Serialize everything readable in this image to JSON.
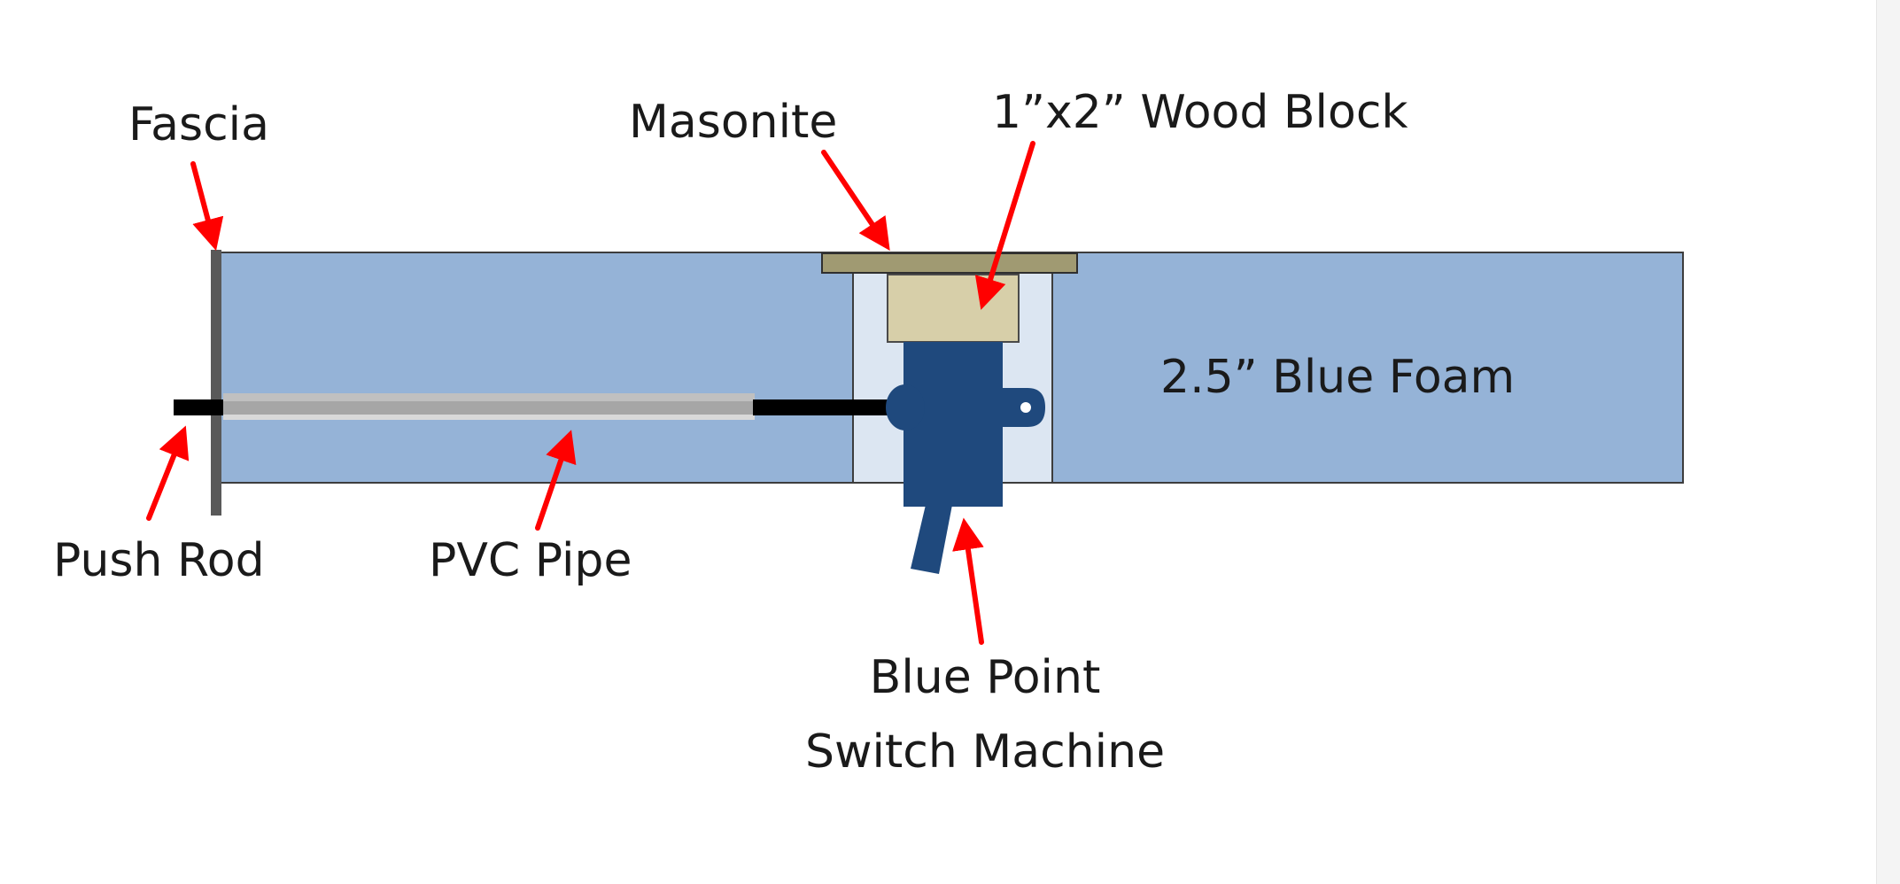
{
  "diagram": {
    "labels": {
      "fascia": "Fascia",
      "masonite": "Masonite",
      "wood_block": "1”x2” Wood Block",
      "blue_foam": "2.5” Blue Foam",
      "push_rod": "Push Rod",
      "pvc_pipe": "PVC Pipe",
      "switch_machine_line1": "Blue Point",
      "switch_machine_line2": "Switch Machine"
    },
    "colors": {
      "foam": "#95b3d7",
      "foam_outline": "#3d3d3d",
      "foam_cutout": "#dce6f2",
      "fascia": "#595959",
      "masonite": "#a09a72",
      "wood_block": "#d7cfa9",
      "switch_machine": "#1f497d",
      "pvc_pipe": "#a6a6a6",
      "push_rod": "#000000",
      "arrow": "#ff0000"
    }
  }
}
